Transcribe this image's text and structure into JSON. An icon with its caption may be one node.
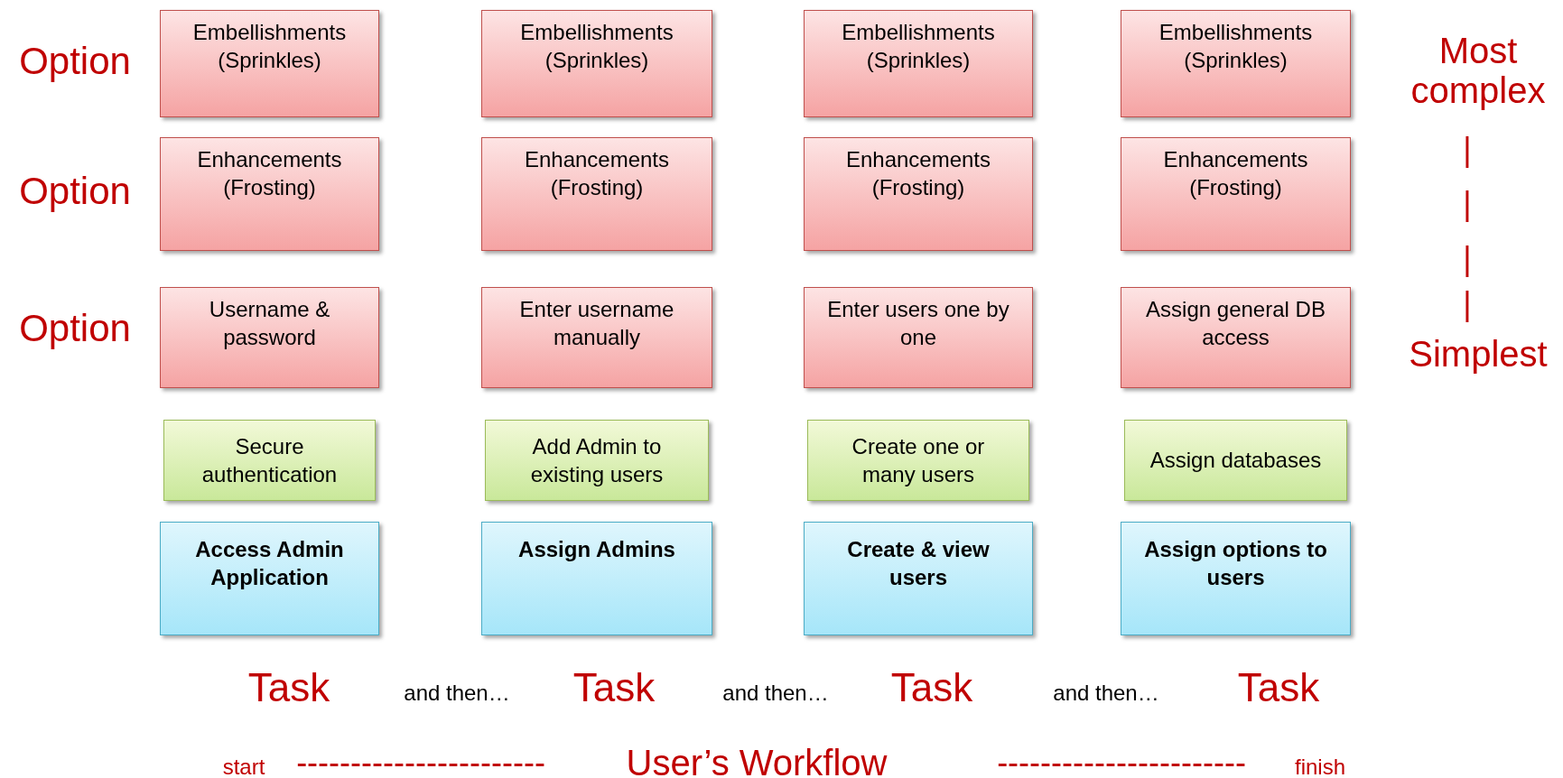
{
  "diagram": {
    "nodes": [
      {
        "text": [
          "Embellishments (Sprinkles)"
        ]
      },
      {
        "text": [
          "Embellishments (Sprinkles)"
        ]
      },
      {
        "text": [
          "Embellishments (Sprinkles)"
        ]
      },
      {
        "text": [
          "Embellishments (Sprinkles)"
        ]
      },
      {
        "text": [
          "Enhancements (Frosting)"
        ]
      },
      {
        "text": [
          "Enhancements (Frosting)"
        ]
      },
      {
        "text": [
          "Enhancements (Frosting)"
        ]
      },
      {
        "text": [
          "Enhancements (Frosting)"
        ]
      },
      {
        "text": [
          "Username & password"
        ]
      },
      {
        "text": [
          "Enter username manually"
        ]
      },
      {
        "text": [
          "Enter users one by one"
        ]
      },
      {
        "text": [
          "Assign general DB access"
        ]
      },
      {
        "text": [
          "Secure authentication"
        ]
      },
      {
        "text": [
          "Add Admin to existing users"
        ]
      },
      {
        "text": [
          "Create one or many users"
        ]
      },
      {
        "text": [
          "Assign databases"
        ]
      },
      {
        "text": [
          "Access Admin Application"
        ]
      },
      {
        "text": [
          "Assign Admins"
        ]
      },
      {
        "text": [
          "Create & view users"
        ]
      },
      {
        "text": [
          "Assign options to users"
        ]
      }
    ],
    "labels": [
      "Option",
      "Most complex",
      "Option",
      "|",
      "|",
      "Option",
      "|",
      "|",
      "Simplest",
      "Task",
      "and then…",
      "Task",
      "and then…",
      "Task",
      "and then…",
      "Task",
      "start",
      "-----------------------",
      "User’s Workflow",
      "-----------------------",
      "finish"
    ]
  }
}
